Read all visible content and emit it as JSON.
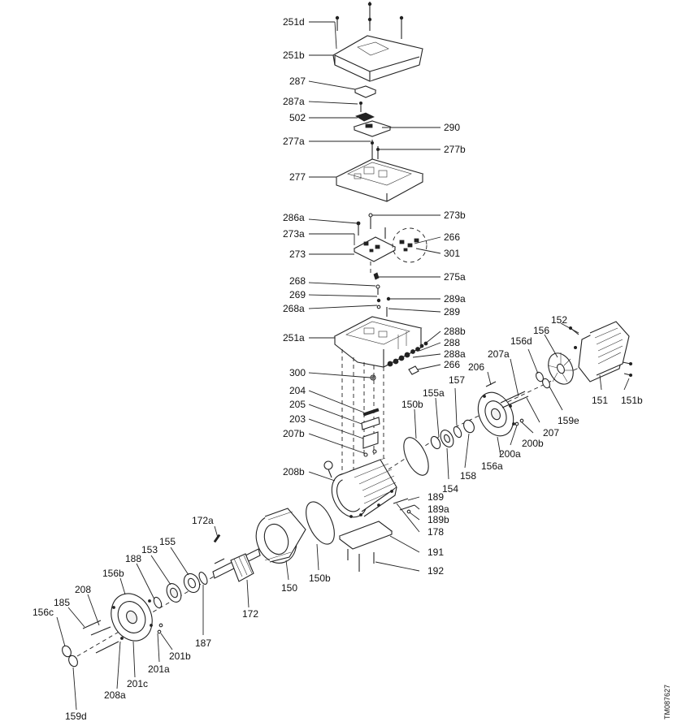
{
  "drawing_number": "TM087627",
  "callouts": [
    {
      "id": "c251d",
      "text": "251d"
    },
    {
      "id": "c251b",
      "text": "251b"
    },
    {
      "id": "c287",
      "text": "287"
    },
    {
      "id": "c287a",
      "text": "287a"
    },
    {
      "id": "c502",
      "text": "502"
    },
    {
      "id": "c290",
      "text": "290"
    },
    {
      "id": "c277a",
      "text": "277a"
    },
    {
      "id": "c277b",
      "text": "277b"
    },
    {
      "id": "c277",
      "text": "277"
    },
    {
      "id": "c286a",
      "text": "286a"
    },
    {
      "id": "c273b",
      "text": "273b"
    },
    {
      "id": "c273a",
      "text": "273a"
    },
    {
      "id": "c266a",
      "text": "266"
    },
    {
      "id": "c273",
      "text": "273"
    },
    {
      "id": "c301",
      "text": "301"
    },
    {
      "id": "c275a",
      "text": "275a"
    },
    {
      "id": "c268",
      "text": "268"
    },
    {
      "id": "c269",
      "text": "269"
    },
    {
      "id": "c289a",
      "text": "289a"
    },
    {
      "id": "c268a",
      "text": "268a"
    },
    {
      "id": "c289",
      "text": "289"
    },
    {
      "id": "c152",
      "text": "152"
    },
    {
      "id": "c156",
      "text": "156"
    },
    {
      "id": "c288b",
      "text": "288b"
    },
    {
      "id": "c251a",
      "text": "251a"
    },
    {
      "id": "c288",
      "text": "288"
    },
    {
      "id": "c288a",
      "text": "288a"
    },
    {
      "id": "c156d",
      "text": "156d"
    },
    {
      "id": "c266b",
      "text": "266"
    },
    {
      "id": "c207a",
      "text": "207a"
    },
    {
      "id": "c300",
      "text": "300"
    },
    {
      "id": "c206",
      "text": "206"
    },
    {
      "id": "c157",
      "text": "157"
    },
    {
      "id": "c151",
      "text": "151"
    },
    {
      "id": "c151b",
      "text": "151b"
    },
    {
      "id": "c155a",
      "text": "155a"
    },
    {
      "id": "c204",
      "text": "204"
    },
    {
      "id": "c150b1",
      "text": "150b"
    },
    {
      "id": "c159e",
      "text": "159e"
    },
    {
      "id": "c205",
      "text": "205"
    },
    {
      "id": "c207",
      "text": "207"
    },
    {
      "id": "c203",
      "text": "203"
    },
    {
      "id": "c200b",
      "text": "200b"
    },
    {
      "id": "c207b",
      "text": "207b"
    },
    {
      "id": "c200a",
      "text": "200a"
    },
    {
      "id": "c158",
      "text": "158"
    },
    {
      "id": "c156a",
      "text": "156a"
    },
    {
      "id": "c208b",
      "text": "208b"
    },
    {
      "id": "c154",
      "text": "154"
    },
    {
      "id": "c189",
      "text": "189"
    },
    {
      "id": "c189a",
      "text": "189a"
    },
    {
      "id": "c189b",
      "text": "189b"
    },
    {
      "id": "c172a",
      "text": "172a"
    },
    {
      "id": "c178",
      "text": "178"
    },
    {
      "id": "c155",
      "text": "155"
    },
    {
      "id": "c153",
      "text": "153"
    },
    {
      "id": "c191",
      "text": "191"
    },
    {
      "id": "c188",
      "text": "188"
    },
    {
      "id": "c150",
      "text": "150"
    },
    {
      "id": "c150b2",
      "text": "150b"
    },
    {
      "id": "c192",
      "text": "192"
    },
    {
      "id": "c156b",
      "text": "156b"
    },
    {
      "id": "c208",
      "text": "208"
    },
    {
      "id": "c172",
      "text": "172"
    },
    {
      "id": "c185",
      "text": "185"
    },
    {
      "id": "c156c",
      "text": "156c"
    },
    {
      "id": "c187",
      "text": "187"
    },
    {
      "id": "c201b",
      "text": "201b"
    },
    {
      "id": "c201a",
      "text": "201a"
    },
    {
      "id": "c201c",
      "text": "201c"
    },
    {
      "id": "c208a",
      "text": "208a"
    },
    {
      "id": "c159d",
      "text": "159d"
    }
  ]
}
